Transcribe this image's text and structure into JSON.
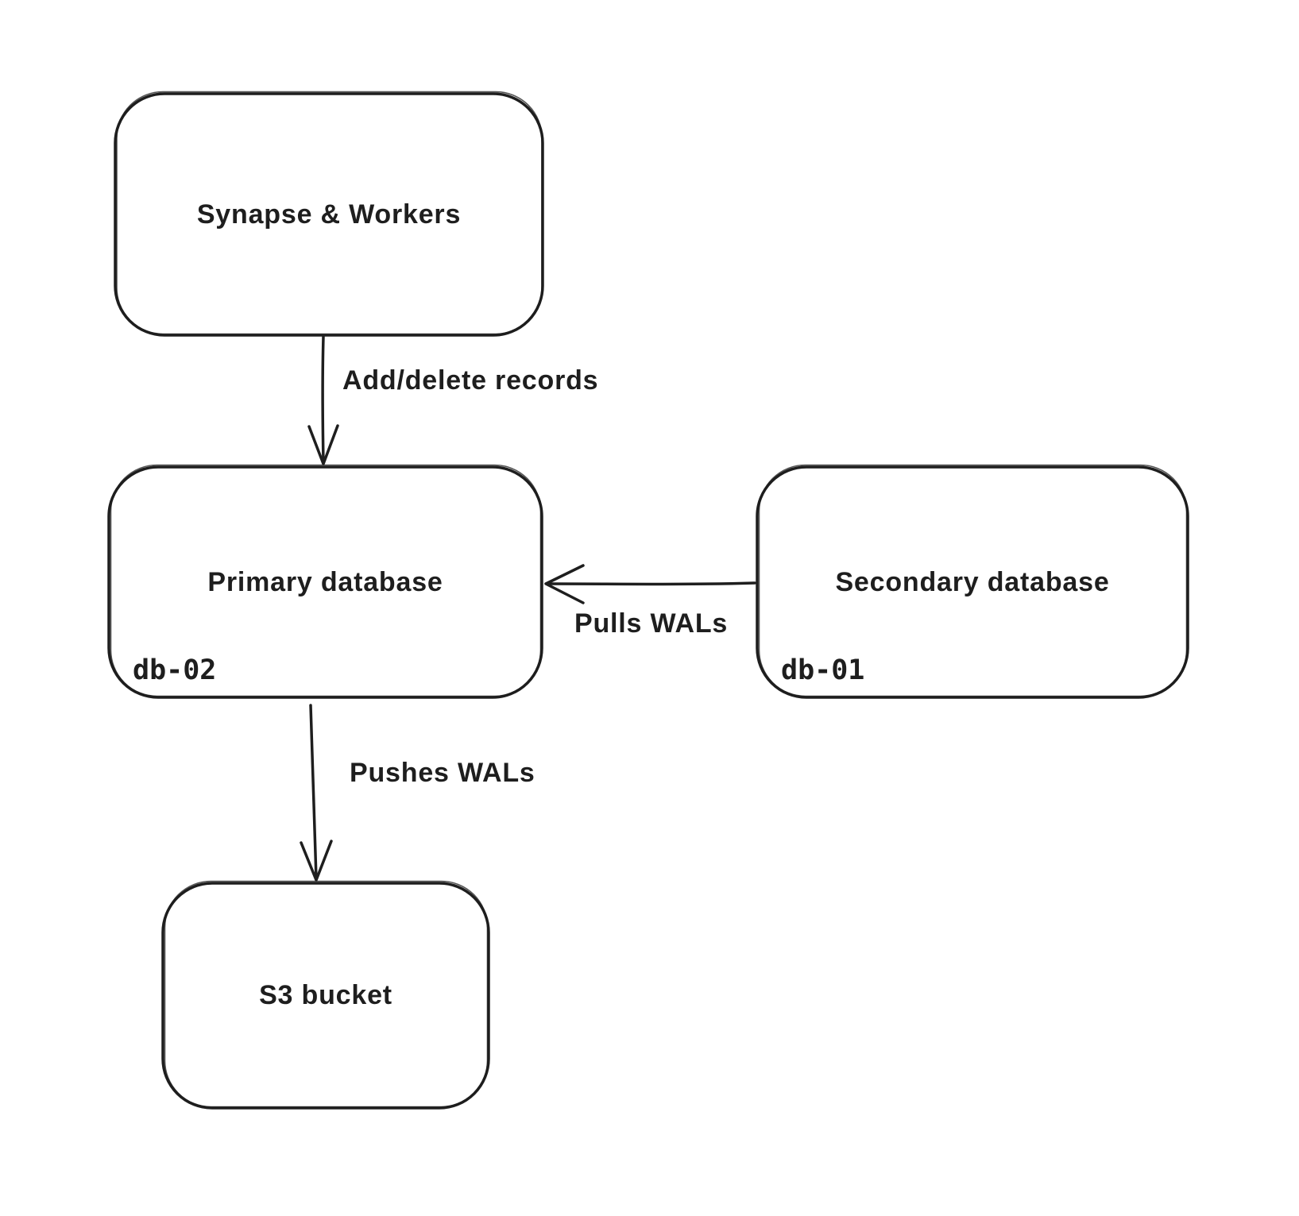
{
  "diagram": {
    "background_color": "#ffffff",
    "stroke_color": "#1e1e1e",
    "nodes": [
      {
        "label": "Synapse & Workers"
      },
      {
        "label": "Primary database",
        "tag": "db-02"
      },
      {
        "label": "Secondary database",
        "tag": "db-01"
      },
      {
        "label": "S3 bucket"
      }
    ],
    "edges": [
      {
        "label": "Add/delete records",
        "from": "Synapse & Workers",
        "to": "Primary database",
        "direction": "down"
      },
      {
        "label": "Pulls WALs",
        "from": "Secondary database",
        "to": "Primary database",
        "direction": "left"
      },
      {
        "label": "Pushes WALs",
        "from": "Primary database",
        "to": "S3 bucket",
        "direction": "down"
      }
    ]
  }
}
